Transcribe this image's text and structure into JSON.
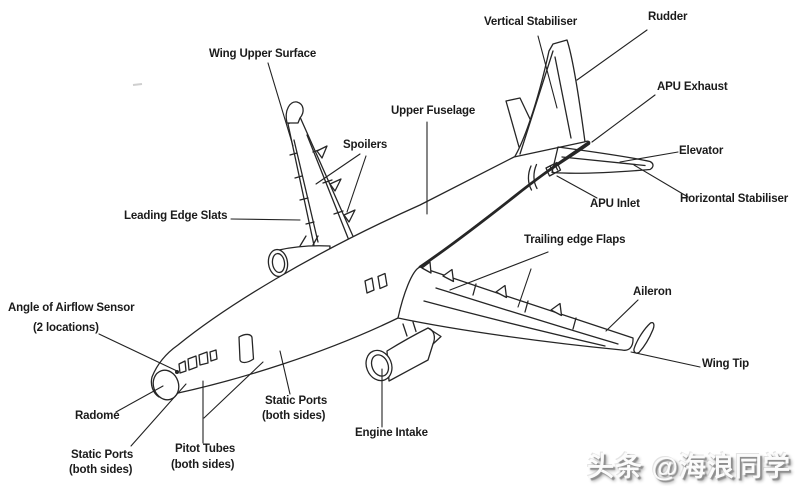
{
  "diagram": {
    "subject": "aircraft-external-parts-diagram",
    "background": "#ffffff",
    "line_color": "#262626",
    "labels": [
      {
        "id": "wing-upper-surface",
        "text": "Wing Upper Surface"
      },
      {
        "id": "vertical-stabiliser",
        "text": "Vertical Stabiliser"
      },
      {
        "id": "rudder",
        "text": "Rudder"
      },
      {
        "id": "apu-exhaust",
        "text": "APU Exhaust"
      },
      {
        "id": "upper-fuselage",
        "text": "Upper Fuselage"
      },
      {
        "id": "spoilers",
        "text": "Spoilers"
      },
      {
        "id": "elevator",
        "text": "Elevator"
      },
      {
        "id": "leading-edge-slats",
        "text": "Leading Edge Slats"
      },
      {
        "id": "apu-inlet",
        "text": "APU Inlet"
      },
      {
        "id": "horizontal-stabiliser",
        "text": "Horizontal Stabiliser"
      },
      {
        "id": "trailing-edge-flaps",
        "text": "Trailing edge Flaps"
      },
      {
        "id": "aileron",
        "text": "Aileron"
      },
      {
        "id": "angle-of-airflow-sensor",
        "text": "Angle of Airflow Sensor"
      },
      {
        "id": "angle-of-airflow-sensor-sub",
        "text": "(2 locations)"
      },
      {
        "id": "wing-tip",
        "text": "Wing Tip"
      },
      {
        "id": "radome",
        "text": "Radome"
      },
      {
        "id": "static-ports-mid",
        "text": "Static Ports"
      },
      {
        "id": "static-ports-mid-sub",
        "text": "(both sides)"
      },
      {
        "id": "pitot-tubes",
        "text": "Pitot Tubes"
      },
      {
        "id": "pitot-tubes-sub",
        "text": "(both sides)"
      },
      {
        "id": "engine-intake",
        "text": "Engine Intake"
      },
      {
        "id": "static-ports-nose",
        "text": "Static Ports"
      },
      {
        "id": "static-ports-nose-sub",
        "text": "(both sides)"
      }
    ],
    "watermark": {
      "text": "头条 @海浪同学",
      "color": "#fbfbfb",
      "shadow_color": "#8e8e8e"
    }
  }
}
